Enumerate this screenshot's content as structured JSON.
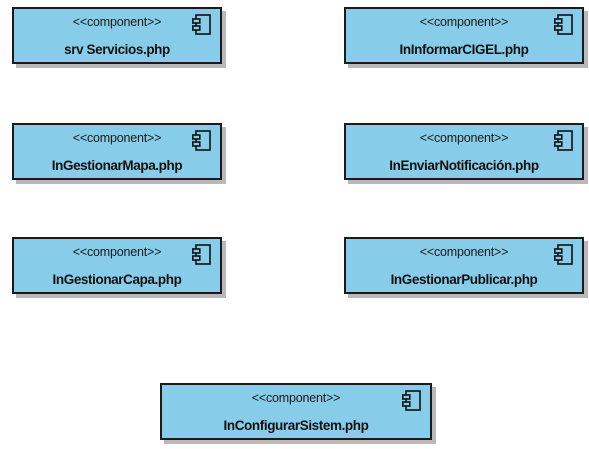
{
  "diagram": {
    "components": [
      {
        "id": "srv-servicios",
        "stereotype": "<<component>>",
        "name": "srv Servicios.php",
        "icon": "component-icon"
      },
      {
        "id": "informar-cigel",
        "stereotype": "<<component>>",
        "name": "InInformarCIGEL.php",
        "icon": "component-icon"
      },
      {
        "id": "gestionar-mapa",
        "stereotype": "<<component>>",
        "name": "InGestionarMapa.php",
        "icon": "component-icon"
      },
      {
        "id": "enviar-notificacion",
        "stereotype": "<<component>>",
        "name": "InEnviarNotificación.php",
        "icon": "component-icon"
      },
      {
        "id": "gestionar-capa",
        "stereotype": "<<component>>",
        "name": "InGestionarCapa.php",
        "icon": "component-icon"
      },
      {
        "id": "gestionar-publicar",
        "stereotype": "<<component>>",
        "name": "InGestionarPublicar.php",
        "icon": "component-icon"
      },
      {
        "id": "configurar-sistem",
        "stereotype": "<<component>>",
        "name": "InConfigurarSistem.php",
        "icon": "component-icon"
      }
    ],
    "colors": {
      "fill": "#87cdea",
      "border": "#1a1a1a",
      "shadow": "#b9b9b9"
    }
  }
}
